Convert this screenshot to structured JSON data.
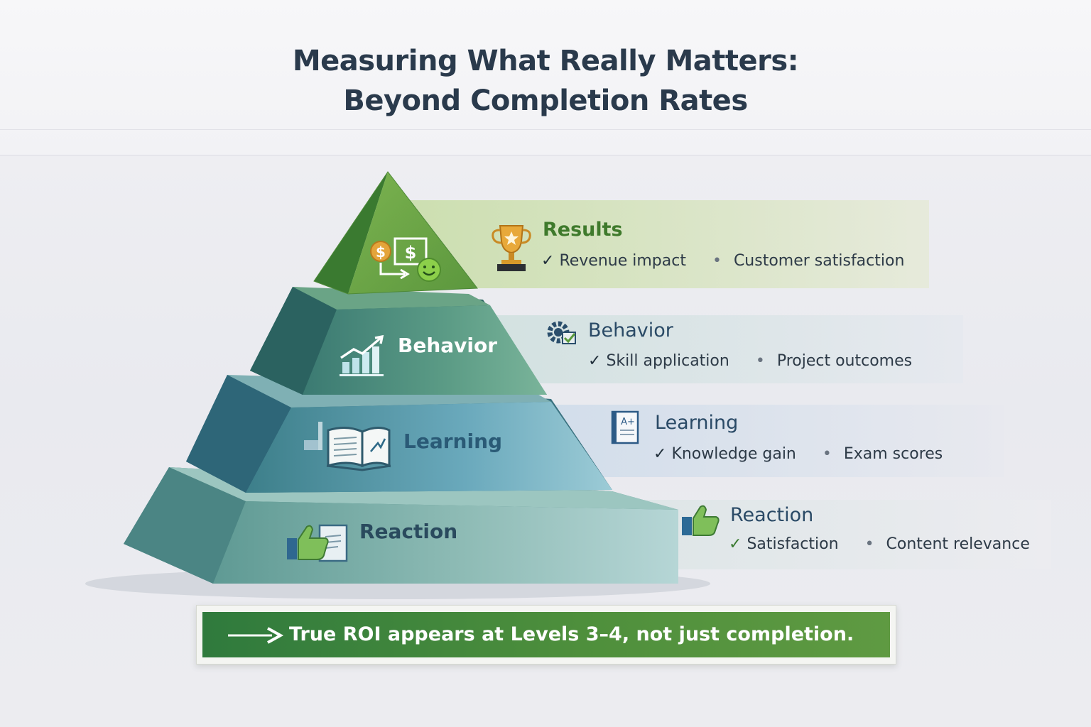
{
  "title": {
    "line1": "Measuring What Really Matters:",
    "line2": "Beyond Completion Rates"
  },
  "tiers": [
    {
      "level": 4,
      "name": "Results",
      "pyramid_label": "",
      "pyramid_icon": "money-exchange-smiley-icon",
      "panel_icon": "trophy-icon",
      "metric_primary": "Revenue impact",
      "metric_secondary": "Customer satisfaction",
      "color": "#4c8c34"
    },
    {
      "level": 3,
      "name": "Behavior",
      "pyramid_label": "Behavior",
      "pyramid_icon": "growth-chart-icon",
      "panel_icon": "gear-check-icon",
      "metric_primary": "Skill application",
      "metric_secondary": "Project outcomes",
      "color": "#2e6a66"
    },
    {
      "level": 2,
      "name": "Learning",
      "pyramid_label": "Learning",
      "pyramid_icon": "open-book-icon",
      "panel_icon": "graded-document-icon",
      "metric_primary": "Knowledge gain",
      "metric_secondary": "Exam scores",
      "color": "#2f5f7c"
    },
    {
      "level": 1,
      "name": "Reaction",
      "pyramid_label": "Reaction",
      "pyramid_icon": "thumbs-up-book-icon",
      "panel_icon": "thumbs-up-icon",
      "metric_primary": "Satisfaction",
      "metric_secondary": "Content relevance",
      "color": "#2c4f62"
    }
  ],
  "symbols": {
    "check": "✓",
    "bullet": "•",
    "grade": "A+"
  },
  "banner": {
    "text": "True ROI appears at Levels 3–4, not just completion.",
    "color": "#3f8a3c"
  }
}
